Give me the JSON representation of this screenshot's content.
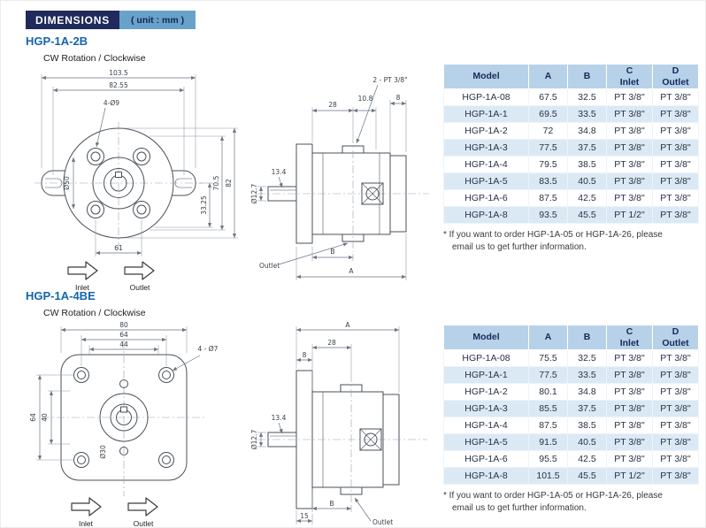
{
  "colors": {
    "banner_navy": "#202a5c",
    "banner_blue": "#68a2cb",
    "heading_blue": "#1464ae",
    "table_header_bg": "#b7d2e8",
    "row_alt_bg": "#dbe9f5",
    "drawing_line": "#49515a",
    "dim_line": "#6a7380",
    "dim_text": "#39414a"
  },
  "header": {
    "title": "DIMENSIONS",
    "unit": "( unit : mm )"
  },
  "note": {
    "line1": "* If you want to order HGP-1A-05 or HGP-1A-26, please",
    "line2": "email us to get further information."
  },
  "sections": [
    {
      "title": "HGP-1A-2B",
      "rotation": "CW Rotation / Clockwise",
      "inlet_label": "Inlet",
      "outlet_label": "Outlet",
      "front": {
        "overall_width": "103.5",
        "slot_span": "82.55",
        "bolt_holes": "4-Ø9",
        "right_dim_inner": "33.25",
        "right_dim_mid": "70.5",
        "right_dim_outer": "82",
        "bottom_span": "61",
        "pilot_dia": "Ø50"
      },
      "side": {
        "dim_flange_to_port": "28",
        "dim_port_offset": "10.8",
        "dim_cover": "8",
        "ports_note": "2 - PT 3/8\"",
        "shaft_dia": "Ø12.7",
        "shaft_flat": "13.4",
        "dim_b": "B",
        "dim_a": "A",
        "outlet_label": "Outlet"
      },
      "table": {
        "headers": {
          "model": "Model",
          "a": "A",
          "b": "B",
          "c_line1": "C",
          "c_line2": "Inlet",
          "d_line1": "D",
          "d_line2": "Outlet"
        },
        "rows": [
          {
            "model": "HGP-1A-08",
            "a": "67.5",
            "b": "32.5",
            "c": "PT 3/8\"",
            "d": "PT 3/8\""
          },
          {
            "model": "HGP-1A-1",
            "a": "69.5",
            "b": "33.5",
            "c": "PT 3/8\"",
            "d": "PT 3/8\""
          },
          {
            "model": "HGP-1A-2",
            "a": "72",
            "b": "34.8",
            "c": "PT 3/8\"",
            "d": "PT 3/8\""
          },
          {
            "model": "HGP-1A-3",
            "a": "77.5",
            "b": "37.5",
            "c": "PT 3/8\"",
            "d": "PT 3/8\""
          },
          {
            "model": "HGP-1A-4",
            "a": "79.5",
            "b": "38.5",
            "c": "PT 3/8\"",
            "d": "PT 3/8\""
          },
          {
            "model": "HGP-1A-5",
            "a": "83.5",
            "b": "40.5",
            "c": "PT 3/8\"",
            "d": "PT 3/8\""
          },
          {
            "model": "HGP-1A-6",
            "a": "87.5",
            "b": "42.5",
            "c": "PT 3/8\"",
            "d": "PT 3/8\""
          },
          {
            "model": "HGP-1A-8",
            "a": "93.5",
            "b": "45.5",
            "c": "PT 1/2\"",
            "d": "PT 3/8\""
          }
        ]
      }
    },
    {
      "title": "HGP-1A-4BE",
      "rotation": "CW Rotation / Clockwise",
      "inlet_label": "Inlet",
      "outlet_label": "Outlet",
      "front": {
        "overall_width": "80",
        "hole_span": "64",
        "inner_span": "44",
        "bolt_holes": "4 - Ø7",
        "left_hole_span": "64",
        "left_inner_span": "40",
        "pilot_dia": "Ø30"
      },
      "side": {
        "dim_a": "A",
        "dim_flange_to_port": "28",
        "dim_flange_thk": "8",
        "dim_b": "B",
        "dim_bottom": "15",
        "shaft_dia": "Ø12.7",
        "shaft_flat": "13.4",
        "outlet_label": "Outlet"
      },
      "table": {
        "headers": {
          "model": "Model",
          "a": "A",
          "b": "B",
          "c_line1": "C",
          "c_line2": "Inlet",
          "d_line1": "D",
          "d_line2": "Outlet"
        },
        "rows": [
          {
            "model": "HGP-1A-08",
            "a": "75.5",
            "b": "32.5",
            "c": "PT 3/8\"",
            "d": "PT 3/8\""
          },
          {
            "model": "HGP-1A-1",
            "a": "77.5",
            "b": "33.5",
            "c": "PT 3/8\"",
            "d": "PT 3/8\""
          },
          {
            "model": "HGP-1A-2",
            "a": "80.1",
            "b": "34.8",
            "c": "PT 3/8\"",
            "d": "PT 3/8\""
          },
          {
            "model": "HGP-1A-3",
            "a": "85.5",
            "b": "37.5",
            "c": "PT 3/8\"",
            "d": "PT 3/8\""
          },
          {
            "model": "HGP-1A-4",
            "a": "87.5",
            "b": "38.5",
            "c": "PT 3/8\"",
            "d": "PT 3/8\""
          },
          {
            "model": "HGP-1A-5",
            "a": "91.5",
            "b": "40.5",
            "c": "PT 3/8\"",
            "d": "PT 3/8\""
          },
          {
            "model": "HGP-1A-6",
            "a": "95.5",
            "b": "42.5",
            "c": "PT 3/8\"",
            "d": "PT 3/8\""
          },
          {
            "model": "HGP-1A-8",
            "a": "101.5",
            "b": "45.5",
            "c": "PT 1/2\"",
            "d": "PT 3/8\""
          }
        ]
      }
    }
  ]
}
